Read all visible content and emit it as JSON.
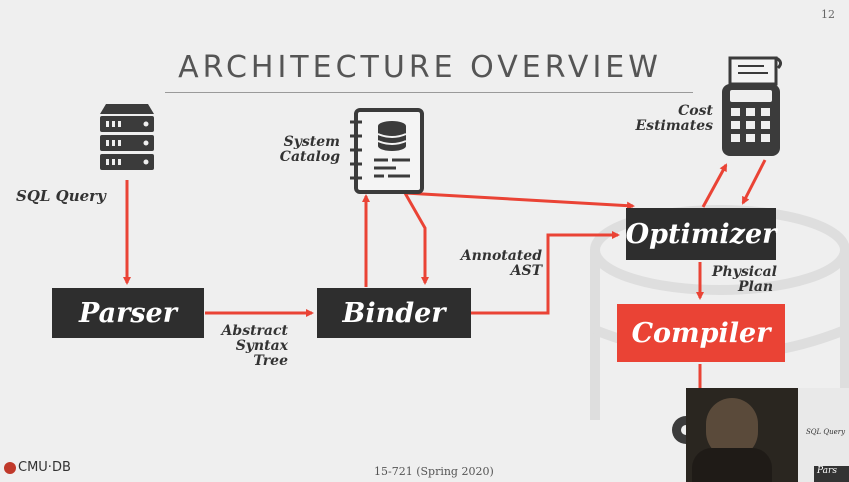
{
  "page_number": "12",
  "title": "ARCHITECTURE OVERVIEW",
  "nodes": {
    "parser": "Parser",
    "binder": "Binder",
    "optimizer": "Optimizer",
    "compiler": "Compiler"
  },
  "labels": {
    "sql_query": "SQL Query",
    "system": "System",
    "catalog": "Catalog",
    "cost": "Cost",
    "estimates": "Estimates",
    "annotated": "Annotated",
    "ast": "AST",
    "abstract": "Abstract",
    "syntax": "Syntax",
    "tree": "Tree",
    "physical": "Physical",
    "plan": "Plan"
  },
  "footer": {
    "course": "15-721 (Spring 2020)",
    "logo": "CMU·DB"
  },
  "video_overlay": {
    "sql_query": "SQL Query",
    "box": "Pars"
  },
  "colors": {
    "arrow": "#ea4335",
    "box_dark": "#2e2e2e",
    "box_red": "#ea4335"
  }
}
